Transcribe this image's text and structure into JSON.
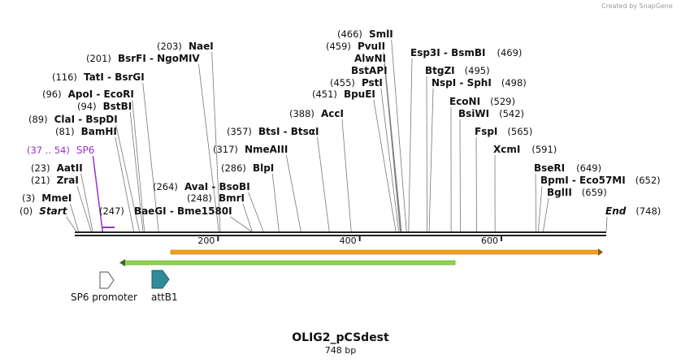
{
  "credit": "Created by SnapGene",
  "title": "OLIG2_pCSdest",
  "subtitle": "748 bp",
  "axis": {
    "length": 748,
    "ticks": [
      {
        "label": "200",
        "value": 200
      },
      {
        "label": "400",
        "value": 400
      },
      {
        "label": "600",
        "value": 600
      }
    ]
  },
  "sites": [
    {
      "id": "start",
      "pos": "(0)",
      "name": "Start",
      "bp": 0,
      "style": "italic"
    },
    {
      "id": "mmei",
      "pos": "(3)",
      "name": "MmeI",
      "bp": 3
    },
    {
      "id": "zrai",
      "pos": "(21)",
      "name": "ZraI",
      "bp": 21
    },
    {
      "id": "aatii",
      "pos": "(23)",
      "name": "AatII",
      "bp": 23
    },
    {
      "id": "sp6",
      "pos": "(37 .. 54)",
      "name": "SP6",
      "bp": 37,
      "style": "purple"
    },
    {
      "id": "bamhi",
      "pos": "(81)",
      "name": "BamHI",
      "bp": 81
    },
    {
      "id": "clai",
      "pos": "(89)",
      "name": "ClaI  -  BspDI",
      "bp": 89
    },
    {
      "id": "bstbi",
      "pos": "(94)",
      "name": "BstBI",
      "bp": 94
    },
    {
      "id": "apoi",
      "pos": "(96)",
      "name": "ApoI  -  EcoRI",
      "bp": 96
    },
    {
      "id": "tati",
      "pos": "(116)",
      "name": "TatI  -  BsrGI",
      "bp": 116
    },
    {
      "id": "bsrfi",
      "pos": "(201)",
      "name": "BsrFI  -  NgoMIV",
      "bp": 201
    },
    {
      "id": "naei",
      "pos": "(203)",
      "name": "NaeI",
      "bp": 203
    },
    {
      "id": "baegi",
      "pos": "(247)",
      "name": "BaeGI  -  Bme1580I",
      "bp": 247
    },
    {
      "id": "bmri",
      "pos": "(248)",
      "name": "BmrI",
      "bp": 248
    },
    {
      "id": "avai",
      "pos": "(264)",
      "name": "AvaI  -  BsoBI",
      "bp": 264
    },
    {
      "id": "blpi",
      "pos": "(286)",
      "name": "BlpI",
      "bp": 286
    },
    {
      "id": "nmeaiii",
      "pos": "(317)",
      "name": "NmeAIII",
      "bp": 317
    },
    {
      "id": "btsi",
      "pos": "(357)",
      "name": "BtsI  -  BtsαI",
      "bp": 357
    },
    {
      "id": "acci",
      "pos": "(388)",
      "name": "AccI",
      "bp": 388
    },
    {
      "id": "bpuei",
      "pos": "(451)",
      "name": "BpuEI",
      "bp": 451
    },
    {
      "id": "psti",
      "pos": "(455)",
      "name": "PstI",
      "bp": 455
    },
    {
      "id": "bstapi",
      "pos": "",
      "name": "BstAPI",
      "bp": 457
    },
    {
      "id": "alwni",
      "pos": "",
      "name": "AlwNI",
      "bp": 458
    },
    {
      "id": "pvuii",
      "pos": "(459)",
      "name": "PvuII",
      "bp": 459
    },
    {
      "id": "smli",
      "pos": "(466)",
      "name": "SmlI",
      "bp": 466
    },
    {
      "id": "esp3i",
      "pos": "(469)",
      "name": "Esp3I  -  BsmBI",
      "bp": 469
    },
    {
      "id": "btgzi",
      "pos": "(495)",
      "name": "BtgZI",
      "bp": 495
    },
    {
      "id": "nspi",
      "pos": "(498)",
      "name": "NspI  -  SphI",
      "bp": 498
    },
    {
      "id": "econi",
      "pos": "(529)",
      "name": "EcoNI",
      "bp": 529
    },
    {
      "id": "bsiwi",
      "pos": "(542)",
      "name": "BsiWI",
      "bp": 542
    },
    {
      "id": "fspi",
      "pos": "(565)",
      "name": "FspI",
      "bp": 565
    },
    {
      "id": "xcmi",
      "pos": "(591)",
      "name": "XcmI",
      "bp": 591
    },
    {
      "id": "bseri",
      "pos": "(649)",
      "name": "BseRI",
      "bp": 649
    },
    {
      "id": "bpmi",
      "pos": "(652)",
      "name": "BpmI  -  Eco57MI",
      "bp": 652
    },
    {
      "id": "bglii",
      "pos": "(659)",
      "name": "BglII",
      "bp": 659
    },
    {
      "id": "end",
      "pos": "(748)",
      "name": "End",
      "bp": 748,
      "style": "italic"
    }
  ],
  "features": {
    "orf_orange": {
      "from_bp": 134,
      "to_bp": 748,
      "direction": "forward"
    },
    "orf_green": {
      "from_bp": 64,
      "to_bp": 536,
      "direction": "reverse"
    },
    "sp6_promoter": {
      "label": "SP6 promoter"
    },
    "attb1": {
      "label": "attB1"
    }
  },
  "colors": {
    "backbone": "#222222",
    "orange_feature": "#f2a020",
    "green_feature": "#8fd64a",
    "attb1_fill": "#2f8a9a",
    "sp6_outline": "#555555",
    "sp6_mark": "#9a30d6"
  }
}
